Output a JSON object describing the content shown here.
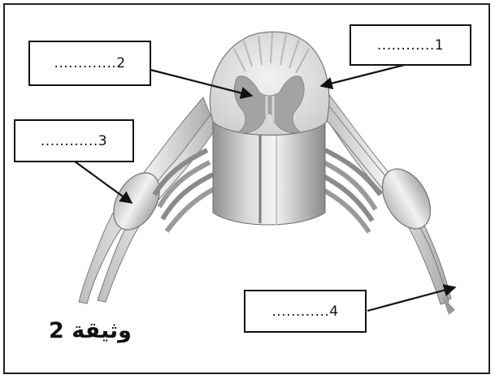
{
  "labels": [
    {
      "id": "1",
      "text": "............1"
    },
    {
      "id": "2",
      "text": ".............2"
    },
    {
      "id": "3",
      "text": "............3"
    },
    {
      "id": "4",
      "text": "............4"
    }
  ],
  "caption": "وثيقة 2",
  "colors": {
    "grey_matter": "#9b9b9b",
    "white_matter": "#e6e6e6",
    "nerve": "#d2d2d2",
    "outline": "#222222"
  }
}
